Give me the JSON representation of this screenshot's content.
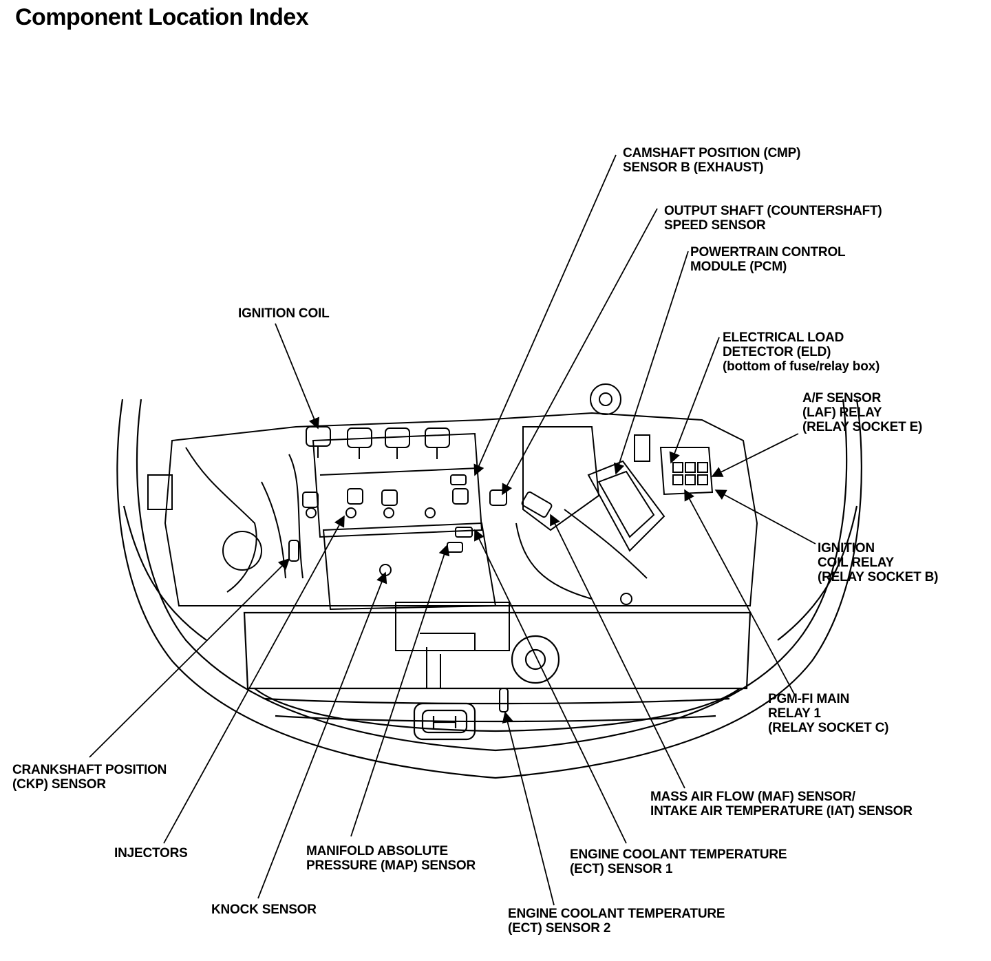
{
  "title": "Component Location Index",
  "labels": [
    {
      "id": "cmp",
      "lines": [
        "CAMSHAFT POSITION (CMP)",
        "SENSOR B (EXHAUST)"
      ]
    },
    {
      "id": "output-shaft",
      "lines": [
        "OUTPUT SHAFT (COUNTERSHAFT)",
        "SPEED SENSOR"
      ]
    },
    {
      "id": "pcm",
      "lines": [
        "POWERTRAIN CONTROL",
        "MODULE (PCM)"
      ]
    },
    {
      "id": "ignition-coil",
      "lines": [
        "IGNITION COIL"
      ]
    },
    {
      "id": "eld",
      "lines": [
        "ELECTRICAL LOAD",
        "DETECTOR (ELD)",
        "(bottom of fuse/relay box)"
      ]
    },
    {
      "id": "af-relay",
      "lines": [
        "A/F SENSOR",
        "(LAF) RELAY",
        "(RELAY SOCKET E)"
      ]
    },
    {
      "id": "ign-coil-relay",
      "lines": [
        "IGNITION",
        "COIL RELAY",
        "(RELAY SOCKET B)"
      ]
    },
    {
      "id": "pgm-fi",
      "lines": [
        "PGM-FI MAIN",
        "RELAY 1",
        "(RELAY SOCKET C)"
      ]
    },
    {
      "id": "ckp",
      "lines": [
        "CRANKSHAFT POSITION",
        "(CKP) SENSOR"
      ]
    },
    {
      "id": "maf",
      "lines": [
        "MASS AIR FLOW (MAF) SENSOR/",
        "INTAKE AIR TEMPERATURE (IAT) SENSOR"
      ]
    },
    {
      "id": "injectors",
      "lines": [
        "INJECTORS"
      ]
    },
    {
      "id": "map",
      "lines": [
        "MANIFOLD ABSOLUTE",
        "PRESSURE (MAP) SENSOR"
      ]
    },
    {
      "id": "ect1",
      "lines": [
        "ENGINE COOLANT TEMPERATURE",
        "(ECT) SENSOR 1"
      ]
    },
    {
      "id": "knock",
      "lines": [
        "KNOCK SENSOR"
      ]
    },
    {
      "id": "ect2",
      "lines": [
        "ENGINE COOLANT TEMPERATURE",
        "(ECT) SENSOR 2"
      ]
    }
  ]
}
